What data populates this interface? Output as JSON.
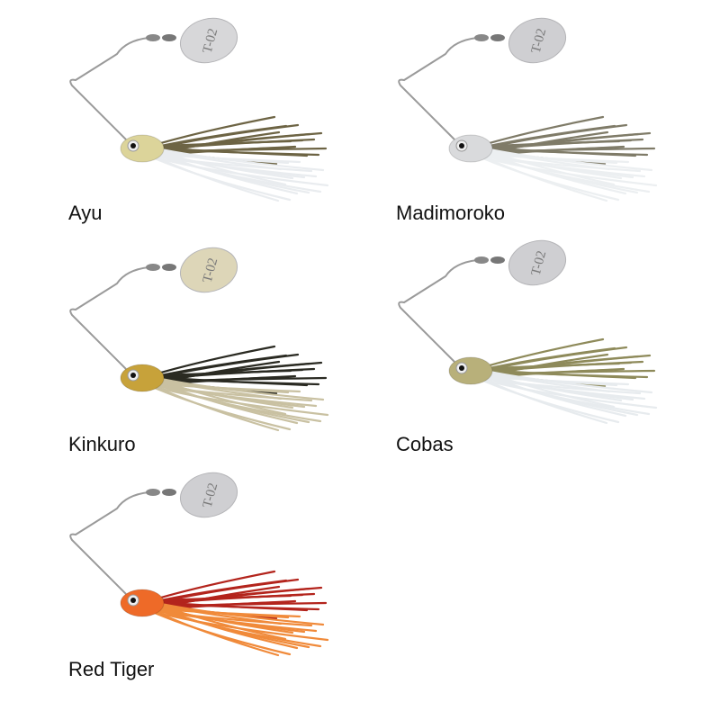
{
  "lures": [
    {
      "name": "Ayu",
      "blade_text": "T-02",
      "colors": {
        "skirt_dark": "#6d6444",
        "skirt_light": "#e9ecef",
        "head": "#dcd49a",
        "blade": "#d7d7d9"
      }
    },
    {
      "name": "Madimoroko",
      "blade_text": "T-02",
      "colors": {
        "skirt_dark": "#7f7b68",
        "skirt_light": "#eceff1",
        "head": "#d9dadc",
        "blade": "#cfcfd2"
      }
    },
    {
      "name": "Kinkuro",
      "blade_text": "T-02",
      "colors": {
        "skirt_dark": "#2a2a22",
        "skirt_light": "#c9c1a2",
        "head": "#c7a23a",
        "blade": "#ddd6b8"
      }
    },
    {
      "name": "Cobas",
      "blade_text": "T-02",
      "colors": {
        "skirt_dark": "#8e8a5a",
        "skirt_light": "#e7ebee",
        "head": "#b8b07a",
        "blade": "#cfcfd2"
      }
    },
    {
      "name": "Red Tiger",
      "blade_text": "T-02",
      "colors": {
        "skirt_dark": "#b3241c",
        "skirt_light": "#f08a3a",
        "head": "#ee6a28",
        "blade": "#cfcfd2"
      }
    }
  ]
}
